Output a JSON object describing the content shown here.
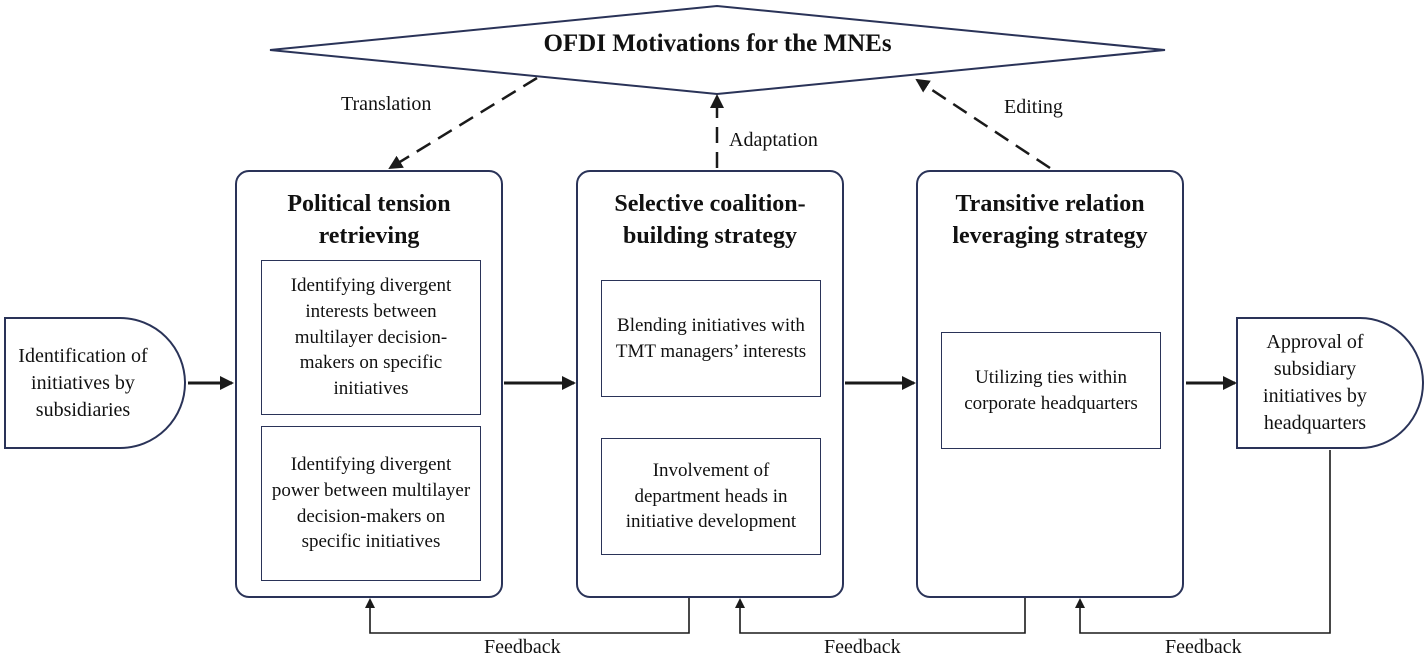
{
  "diagram": {
    "top_node": "OFDI Motivations for the MNEs",
    "start_node": "Identification of initiatives by subsidiaries",
    "end_node": "Approval of subsidiary initiatives by headquarters",
    "strategies": [
      {
        "title": "Political tension retrieving strategy",
        "items": [
          "Identifying divergent interests between multilayer decision-makers on specific initiatives",
          "Identifying divergent power between multilayer decision-makers on specific initiatives"
        ]
      },
      {
        "title": "Selective coalition-building strategy",
        "items": [
          "Blending initiatives with TMT managers’ interests",
          "Involvement of department heads in initiative development"
        ]
      },
      {
        "title": "Transitive relation leveraging strategy",
        "items": [
          "Utilizing ties within corporate headquarters"
        ]
      }
    ],
    "arrow_labels": {
      "translation": "Translation",
      "adaptation": "Adaptation",
      "editing": "Editing",
      "feedback_1": "Feedback",
      "feedback_2": "Feedback",
      "feedback_3": "Feedback"
    },
    "colors": {
      "border": "#2a3358",
      "line": "#1a1a1a"
    }
  }
}
